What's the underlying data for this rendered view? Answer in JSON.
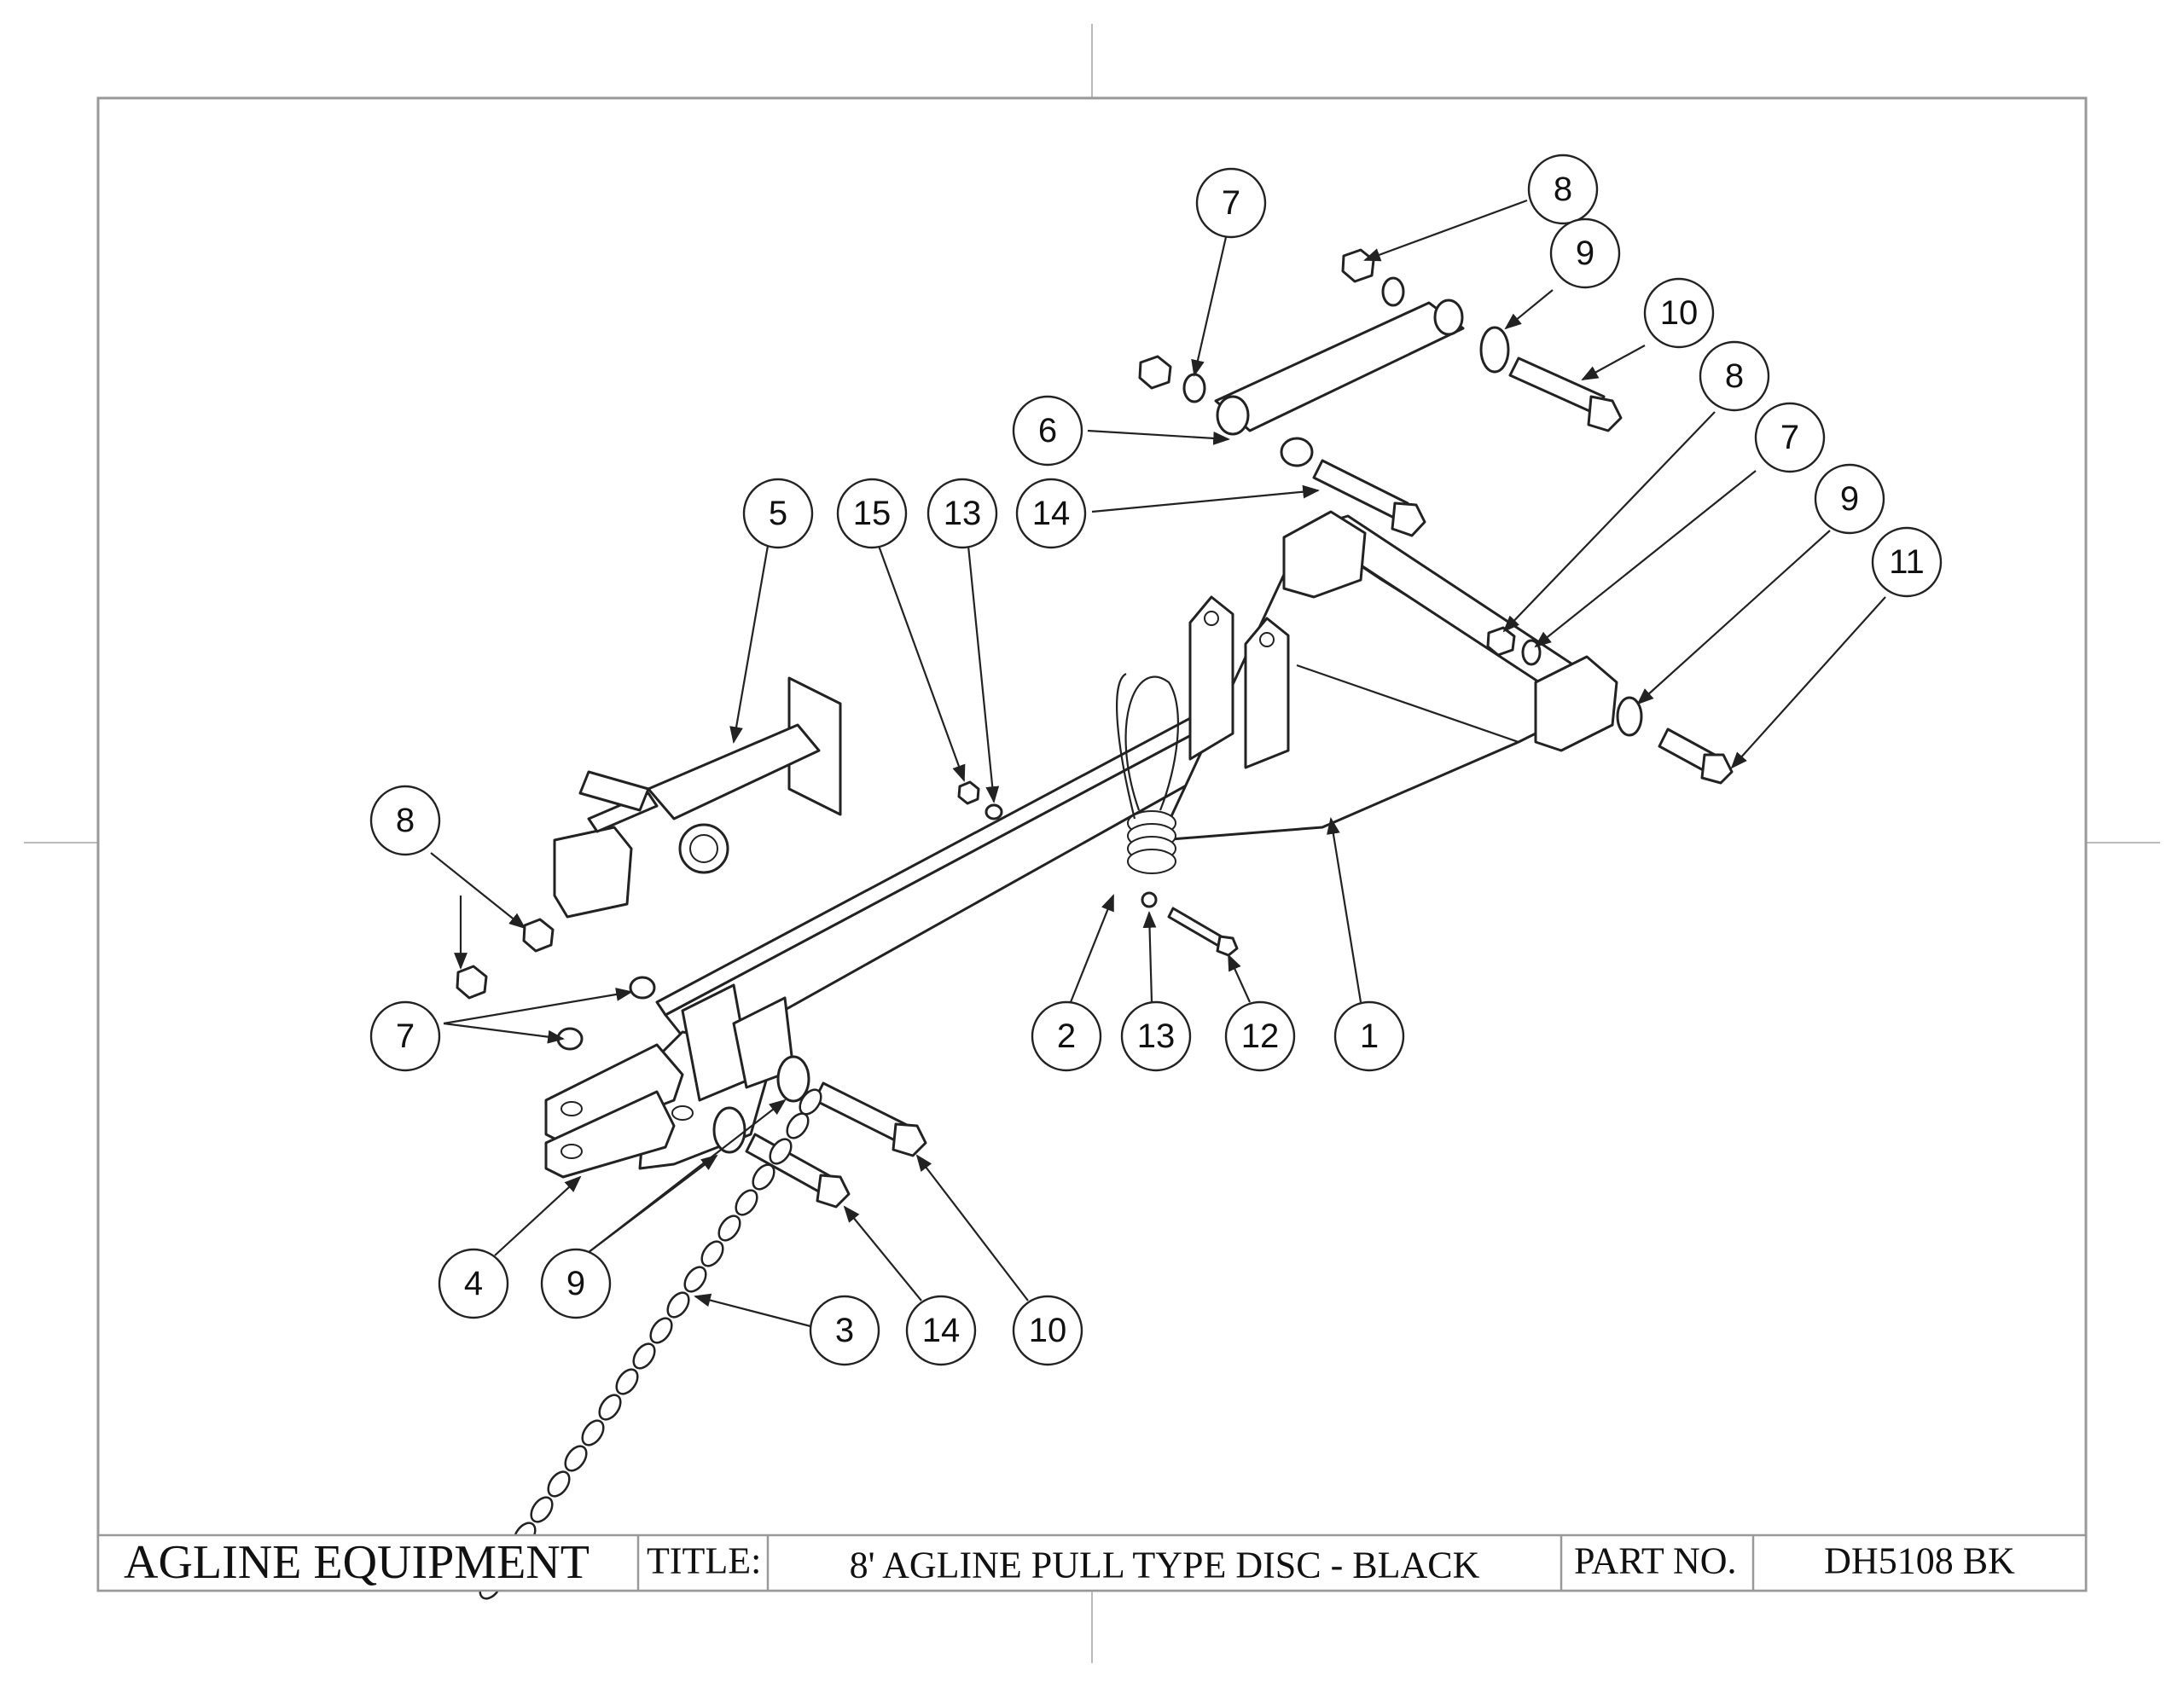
{
  "title_block": {
    "company": "AGLINE EQUIPMENT",
    "title_label": "TITLE:",
    "title": "8' AGLINE PULL TYPE DISC - BLACK",
    "part_no_label": "PART NO.",
    "part_no": "DH5108 BK"
  },
  "balloons": [
    "7",
    "8",
    "9",
    "10",
    "6",
    "14",
    "8",
    "7",
    "9",
    "11",
    "5",
    "15",
    "13",
    "14",
    "8",
    "7",
    "2",
    "13",
    "12",
    "1",
    "4",
    "9",
    "3",
    "14",
    "10"
  ]
}
